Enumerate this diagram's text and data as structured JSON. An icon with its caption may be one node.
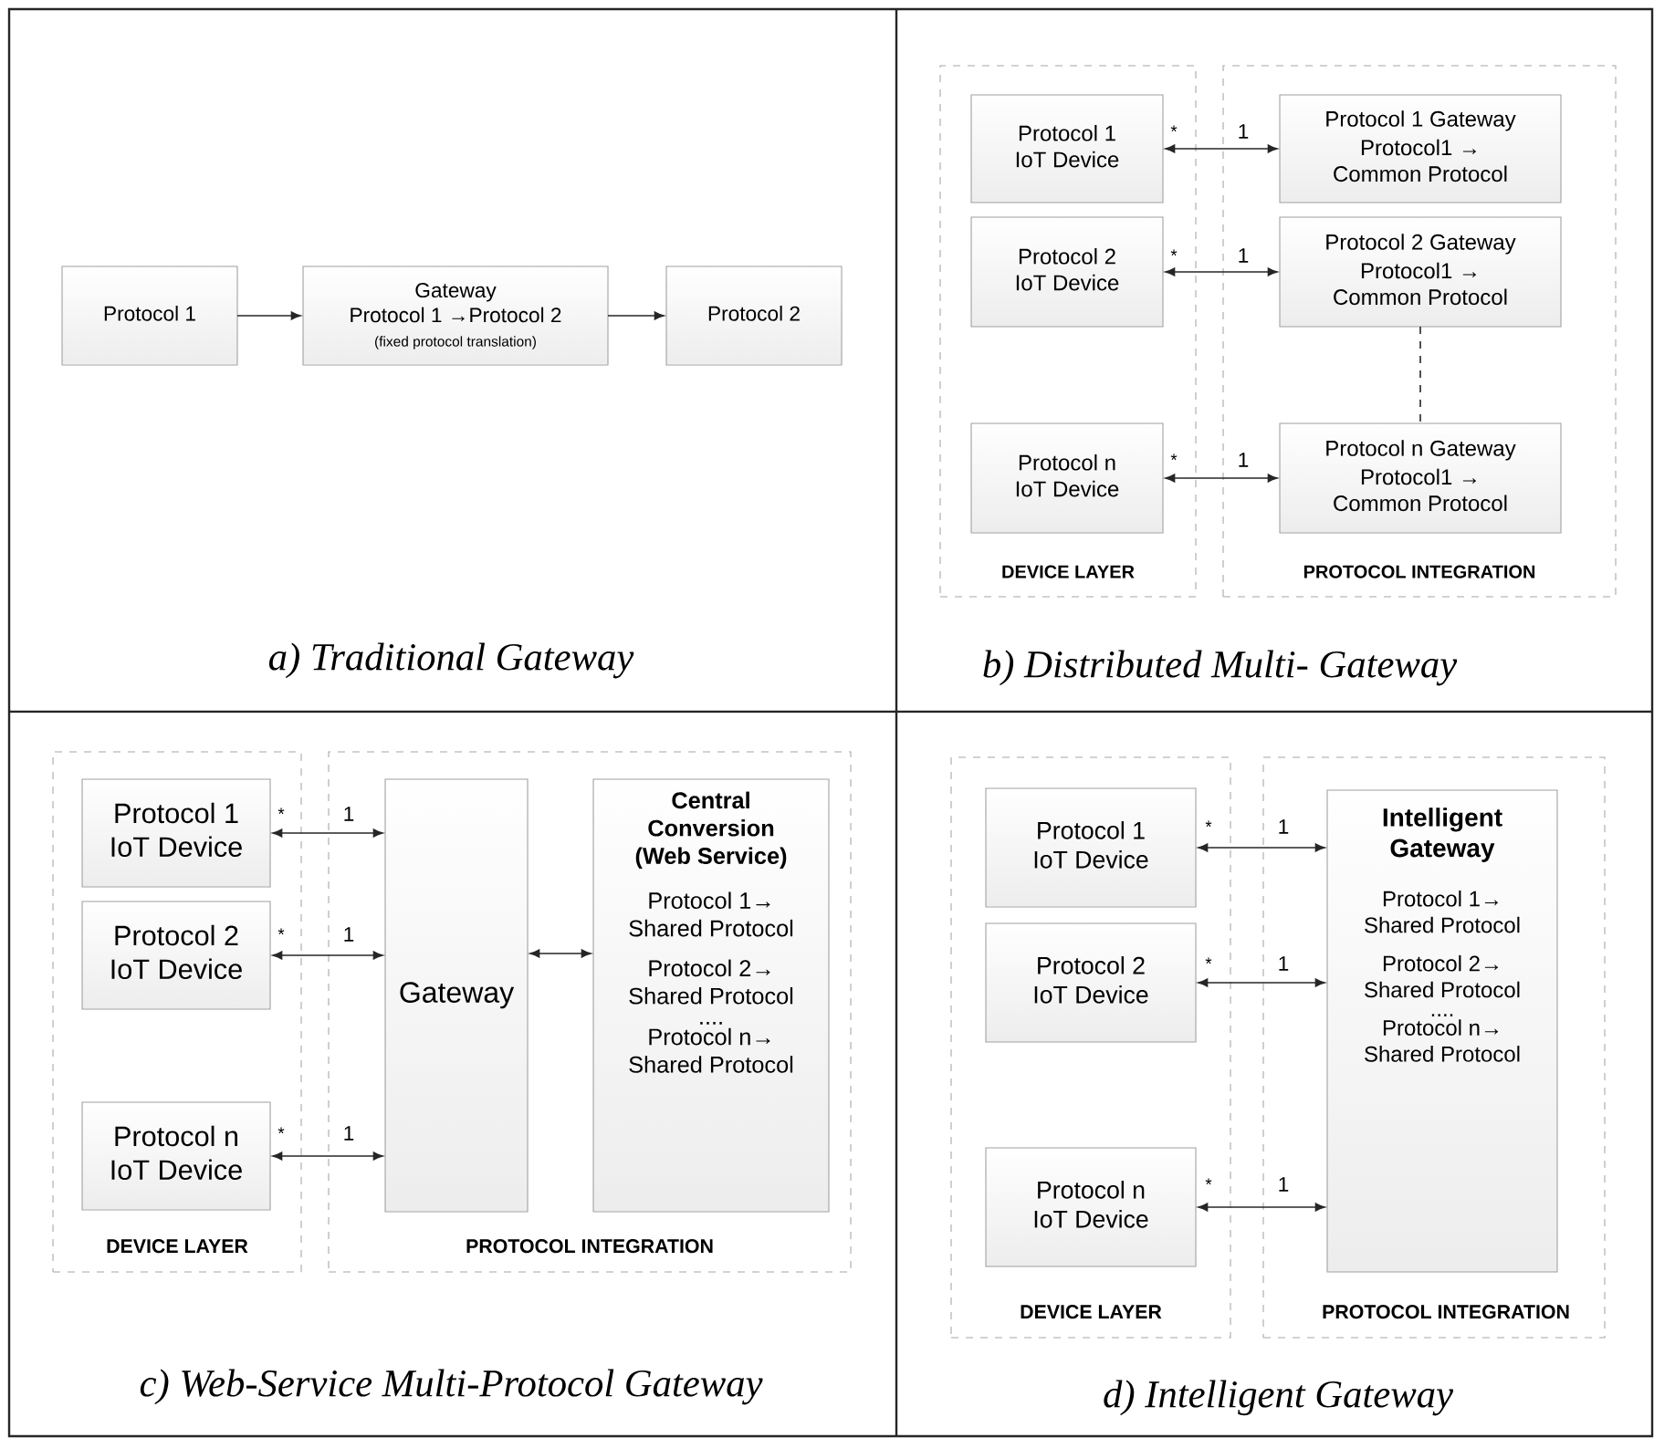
{
  "diagram": {
    "nodes": [
      {
        "text": [
          "Protocol 1"
        ]
      },
      {
        "text": [
          "Gateway",
          "Protocol 1 →Protocol 2",
          "(fixed protocol translation)"
        ]
      },
      {
        "text": [
          "Protocol 2"
        ]
      },
      {
        "text": [
          "DEVICE LAYER"
        ]
      },
      {
        "text": [
          "Protocol 1 IoT Device"
        ],
        "in": 3
      },
      {
        "text": [
          "Protocol 2 IoT Device"
        ],
        "in": 3
      },
      {
        "text": [
          "Protocol n IoT Device"
        ],
        "in": 3
      },
      {
        "text": [
          "PROTOCOL INTEGRATION"
        ]
      },
      {
        "text": [
          "Protocol 1 Gateway",
          "Protocol1 → Common Protocol"
        ],
        "in": 7
      },
      {
        "text": [
          "Protocol 2 Gateway",
          "Protocol1 → Common Protocol"
        ],
        "in": 7
      },
      {
        "text": [
          "Protocol n Gateway",
          "Protocol1 → Common Protocol"
        ],
        "in": 7
      },
      {
        "text": [
          "DEVICE LAYER"
        ]
      },
      {
        "text": [
          "Protocol 1 IoT Device"
        ],
        "in": 11
      },
      {
        "text": [
          "Protocol 2 IoT Device"
        ],
        "in": 11
      },
      {
        "text": [
          "Protocol n IoT Device"
        ],
        "in": 11
      },
      {
        "text": [
          "PROTOCOL INTEGRATION"
        ]
      },
      {
        "text": [
          "Gateway"
        ],
        "in": 15
      },
      {
        "text": [
          "Central Conversion (Web Service)",
          "Protocol 1→ Shared Protocol",
          "Protocol 2→ Shared Protocol",
          "....",
          "Protocol n→ Shared Protocol"
        ],
        "in": 15
      },
      {
        "text": [
          "DEVICE LAYER"
        ]
      },
      {
        "text": [
          "Protocol 1 IoT Device"
        ],
        "in": 18
      },
      {
        "text": [
          "Protocol 2 IoT Device"
        ],
        "in": 18
      },
      {
        "text": [
          "Protocol n IoT Device"
        ],
        "in": 18
      },
      {
        "text": [
          "PROTOCOL INTEGRATION"
        ]
      },
      {
        "text": [
          "Intelligent Gateway",
          "Protocol 1→ Shared Protocol",
          "Protocol 2→ Shared Protocol",
          "....",
          "Protocol n→ Shared Protocol"
        ],
        "in": 22
      }
    ],
    "edges": [
      {
        "from": 0,
        "to": 1,
        "arrow": "to"
      },
      {
        "from": 1,
        "to": 2,
        "arrow": "to"
      },
      {
        "from": 4,
        "to": 8,
        "arrow": "both"
      },
      {
        "from": 5,
        "to": 9,
        "arrow": "both"
      },
      {
        "from": 6,
        "to": 10,
        "arrow": "both"
      },
      {
        "from": 9,
        "to": 10,
        "arrow": "none",
        "style": "dashed"
      },
      {
        "from": 12,
        "to": 16,
        "arrow": "both"
      },
      {
        "from": 13,
        "to": 16,
        "arrow": "both"
      },
      {
        "from": 14,
        "to": 16,
        "arrow": "both"
      },
      {
        "from": 16,
        "to": 17,
        "arrow": "both"
      },
      {
        "from": 19,
        "to": 23,
        "arrow": "both"
      },
      {
        "from": 20,
        "to": 23,
        "arrow": "both"
      },
      {
        "from": 21,
        "to": 23,
        "arrow": "both"
      }
    ],
    "labels": [
      "a) Traditional Gateway",
      "*",
      "1",
      "*",
      "1",
      "*",
      "1",
      "b) Distributed Multi- Gateway",
      "*",
      "1",
      "*",
      "1",
      "*",
      "1",
      "c) Web-Service Multi-Protocol Gateway",
      "*",
      "1",
      "*",
      "1",
      "*",
      "1",
      "d) Intelligent Gateway"
    ]
  }
}
